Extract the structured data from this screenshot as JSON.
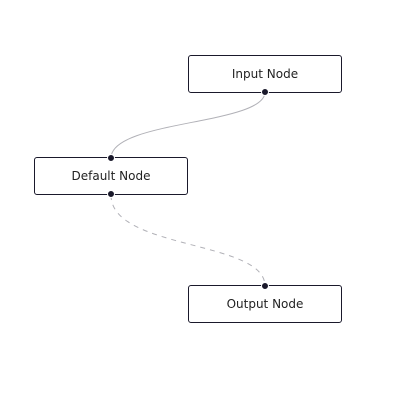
{
  "flow": {
    "nodes": {
      "input": {
        "label": "Input Node"
      },
      "default": {
        "label": "Default Node"
      },
      "output": {
        "label": "Output Node"
      }
    },
    "edges": [
      {
        "from": "input",
        "to": "default",
        "style": "solid"
      },
      {
        "from": "default",
        "to": "output",
        "style": "dashed"
      }
    ],
    "colors": {
      "node_border": "#1a192b",
      "handle": "#1a192b",
      "edge": "#b1b1b7"
    }
  }
}
